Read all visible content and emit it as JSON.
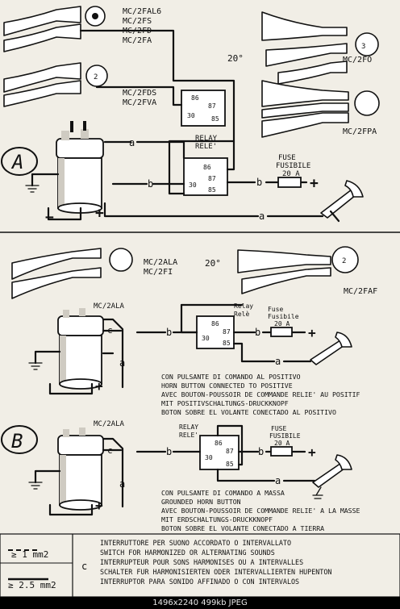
{
  "top": {
    "model_list_left": [
      "MC/2FAL6",
      "MC/2FS",
      "MC/2FD",
      "MC/2FA"
    ],
    "model_list_left2": [
      "MC/2FDS",
      "MC/2FVA"
    ],
    "model_right_1": "MC/2FO",
    "model_right_2": "MC/2FPA",
    "angle": "20°",
    "relay_label": [
      "RELAY",
      "RELE'"
    ],
    "fuse_label": [
      "FUSE",
      "FUSIBILE"
    ],
    "fuse_value": "20 A",
    "section_letter": "A",
    "wire_a": "a",
    "wire_b": "b",
    "plus": "+",
    "minus": "−",
    "pins": [
      "86",
      "87",
      "30",
      "85"
    ]
  },
  "mid": {
    "model_list": [
      "MC/2ALA",
      "MC/2FI"
    ],
    "model_right": "MC/2FAF",
    "angle": "20°"
  },
  "sectionB": {
    "letter": "B",
    "part1": {
      "model": "MC/2ALA",
      "switch_label": "c",
      "relay_label": [
        "Relay",
        "Relè"
      ],
      "fuse_label": [
        "Fuse",
        "Fusibile"
      ],
      "fuse_value": "20 A",
      "lines": [
        "CON PULSANTE DI COMANDO AL POSITIVO",
        "HORN BUTTON CONNECTED TO POSITIVE",
        "AVEC BOUTON-POUSSOIR DE COMMANDE RELIE' AU POSITIF",
        "MIT POSITIVSCHALTUNGS-DRUCKKNOPF",
        "BOTON SOBRE EL VOLANTE CONECTADO AL POSITIVO"
      ]
    },
    "part2": {
      "model": "MC/2ALA",
      "switch_label": "c",
      "relay_label": [
        "RELAY",
        "RELE'"
      ],
      "fuse_label": [
        "FUSE",
        "FUSIBILE"
      ],
      "fuse_value": "20 A",
      "lines": [
        "CON PULSANTE DI COMANDO A MASSA",
        "GROUNDED HORN BUTTON",
        "AVEC BOUTON-POUSSOIR DE COMMANDE RELIE' A LA MASSE",
        "MIT ERDSCHALTUNGS-DRUCKKNOPF",
        "BOTON SOBRE EL VOLANTE CONECTADO A TIERRA"
      ]
    }
  },
  "legend": {
    "wire_1": "≥ 1 mm2",
    "wire_2": "≥ 2.5 mm2",
    "c_label": "c",
    "c_lines": [
      "INTERRUTTORE PER SUONO ACCORDATO O INTERVALLATO",
      "SWITCH FOR HARMONIZED OR ALTERNATING SOUNDS",
      "INTERRUPTEUR POUR SONS HARMONISES OU A INTERVALLES",
      "SCHALTER FUR HARMONISIERTEN ODER INTERVALLIERTEN HUPENTON",
      "INTERRUPTOR PARA SONIDO AFFINADO O CON INTERVALOS"
    ]
  },
  "status": "1496x2240  499kb  JPEG"
}
